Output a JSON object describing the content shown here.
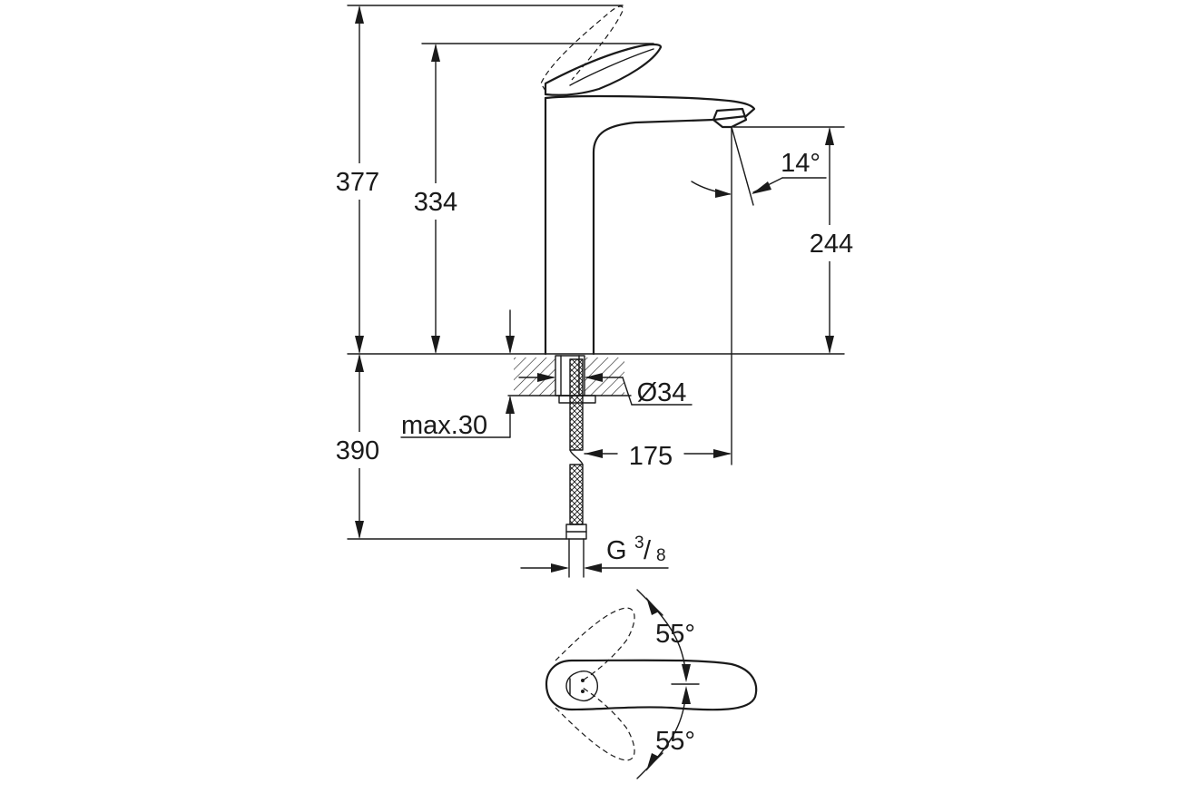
{
  "dimensions": {
    "height_total": "377",
    "height_handle": "334",
    "height_outlet": "244",
    "below_deck": "390",
    "max_deck_thickness": "max.30",
    "body_diameter": "Ø34",
    "reach": "175",
    "spout_angle": "14°",
    "thread_prefix": "G",
    "thread_num": "3",
    "thread_sep": "/",
    "thread_den": "8",
    "handle_angle_top": "55°",
    "handle_angle_bottom": "55°"
  },
  "colors": {
    "line": "#1a1a1a",
    "background": "#ffffff"
  }
}
